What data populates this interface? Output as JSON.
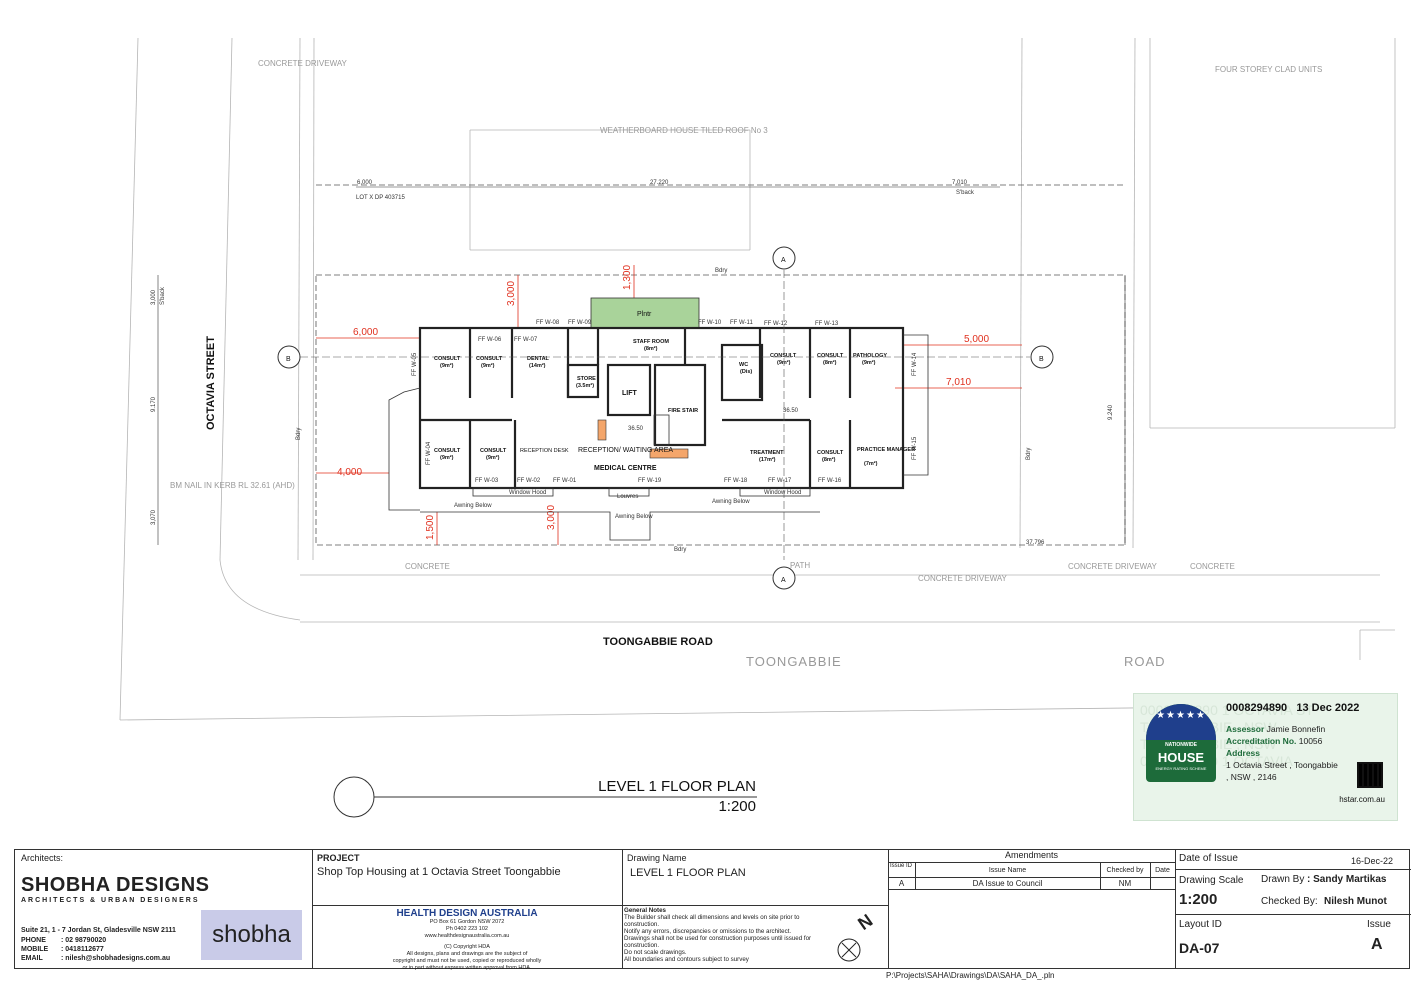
{
  "drawing": {
    "title": "LEVEL 1 FLOOR PLAN",
    "scale": "1:200",
    "streets": {
      "octavia": "OCTAVIA STREET",
      "toongabbie_road": "TOONGABBIE ROAD",
      "ghost_left": "TOONGABBIE",
      "ghost_right": "ROAD"
    },
    "labels": {
      "concrete_driveway_top": "CONCRETE DRIVEWAY",
      "weatherboard": "WEATHERBOARD HOUSE TILED ROOF No 3",
      "four_storey": "FOUR STOREY CLAD UNITS",
      "lot": "LOT X DP 403715",
      "bm_nail": "BM NAIL IN KERB RL 32.61 (AHD)",
      "concrete_left": "CONCRETE",
      "concrete_right": "CONCRETE",
      "concrete_driveway_b1": "CONCRETE DRIVEWAY",
      "concrete_driveway_b2": "CONCRETE DRIVEWAY",
      "path": "PATH",
      "medical_centre": "MEDICAL CENTRE",
      "reception": "RECEPTION/ WAITING AREA",
      "awning_below_1": "Awning Below",
      "awning_below_2": "Awning Below",
      "awning_below_3": "Awning Below",
      "louvres": "Louvres",
      "window_hood_1": "Window Hood",
      "window_hood_2": "Window Hood",
      "plntr": "Plntr",
      "bdry_top": "Bdry",
      "bdry_bottom": "Bdry",
      "bdry_left": "Bdry",
      "bdry_right": "Bdry",
      "level_3650": "36.50",
      "level_3650b": "36.50",
      "sback_top_left": "S'back",
      "sback_top_right": "S'back"
    },
    "dims": {
      "d6000": "6,000",
      "d5000": "5,000",
      "d7010": "7,010",
      "d4000": "4,000",
      "d1500": "1,500",
      "d3000_bottom": "3,000",
      "d3000_top": "3,000",
      "d1300": "1,300",
      "d27220": "27.220",
      "d6000_top": "6,000",
      "d7010_top": "7,010",
      "d9170": "9.170",
      "d3070": "3,070",
      "d3000_left": "3,000",
      "d37796": "37.796",
      "d9240": "9.240"
    },
    "rooms": [
      {
        "name": "CONSULT",
        "area": "(9m²)"
      },
      {
        "name": "CONSULT",
        "area": "(9m²)"
      },
      {
        "name": "DENTAL",
        "area": "(14m²)"
      },
      {
        "name": "STAFF ROOM",
        "area": "(8m²)"
      },
      {
        "name": "CONSULT",
        "area": "(9m²)"
      },
      {
        "name": "CONSULT",
        "area": "(8m²)"
      },
      {
        "name": "PATHOLOGY",
        "area": "(9m²)"
      },
      {
        "name": "STORE",
        "area": "(3.5m²)"
      },
      {
        "name": "LIFT",
        "area": ""
      },
      {
        "name": "FIRE STAIR",
        "area": ""
      },
      {
        "name": "WC",
        "area": "(Dis)"
      },
      {
        "name": "CONSULT",
        "area": "(9m²)"
      },
      {
        "name": "CONSULT",
        "area": "(9m²)"
      },
      {
        "name": "RECEPTION DESK",
        "area": ""
      },
      {
        "name": "TREATMENT",
        "area": "(17m²)"
      },
      {
        "name": "CONSULT",
        "area": "(8m²)"
      },
      {
        "name": "PRACTICE MANAGER",
        "area": "(7m²)"
      }
    ],
    "windows": [
      "FF W-08",
      "FF W-09",
      "FF W-06",
      "FF W-07",
      "FF W-10",
      "FF W-11",
      "FF W-12",
      "FF W-13",
      "FF W-05",
      "FF W-14",
      "FF W-04",
      "FF W-15",
      "FF W-03",
      "FF W-02",
      "FF W-01",
      "FF W-19",
      "FF W-18",
      "FF W-17",
      "FF W-16"
    ],
    "section_markers": [
      "A",
      "A",
      "B",
      "B"
    ]
  },
  "certificate": {
    "number": "0008294890",
    "date": "13 Dec 2022",
    "assessor_label": "Assessor",
    "assessor": "Jamie Bonnefin",
    "accreditation_label": "Accreditation No.",
    "accreditation": "10056",
    "address_label": "Address",
    "address_line1": "1 Octavia Street , Toongabbie",
    "address_line2": ", NSW , 2146",
    "logo_top": "NATIONWIDE",
    "logo_main": "HOUSE",
    "logo_sub": "ENERGY RATING SCHEME",
    "website": "hstar.com.au",
    "watermark1": "0008294890 1 OCTAVIA ST",
    "watermark2": "TOONGABBIE , NSW",
    "watermark3": "0008294890 1 OCTAVIA"
  },
  "titleblock": {
    "architects_label": "Architects:",
    "firm": "SHOBHA DESIGNS",
    "firm_tagline": "ARCHITECTS & URBAN DESIGNERS",
    "address": "Suite 21, 1 - 7 Jordan St, Gladesville NSW 2111",
    "phone_label": "PHONE",
    "phone": ": 02 98790020",
    "mobile_label": "MOBILE",
    "mobile": ": 0418112677",
    "email_label": "EMAIL",
    "email": ": nilesh@shobhadesigns.com.au",
    "logo_word": "shobha",
    "project_label": "PROJECT",
    "project": "Shop Top Housing at 1 Octavia Street Toongabbie",
    "hda_name": "HEALTH DESIGN AUSTRALIA",
    "hda_box": "PO Box 61 Gordon NSW 2072",
    "hda_phone": "Ph 0402 223 102",
    "hda_web": "www.healthdesignaustralia.com.au",
    "hda_copyright": "(C) Copyright HDA",
    "hda_copy2": "All designs, plans and drawings are the subject of",
    "hda_copy3": "copyright and must not be used, copied or reproduced wholly",
    "hda_copy4": "or in part without express written approval from HDA.",
    "drawing_name_label": "Drawing Name",
    "drawing_name": "LEVEL 1 FLOOR PLAN",
    "general_notes_label": "General Notes",
    "notes": [
      "The Builder shall check all dimensions and levels on site prior to",
      "construction.",
      "Notify any errors, discrepancies or omissions to the architect.",
      "Drawings shall not be used for construction purposes until issued for",
      "construction.",
      "Do not scale drawings.",
      "All boundaries and contours subject to survey"
    ],
    "amendments_label": "Amendments",
    "col_issue_id": "Issue ID",
    "col_issue_name": "Issue Name",
    "col_checked": "Checked by",
    "col_date": "Date",
    "amend_row": {
      "id": "A",
      "name": "DA Issue to Council",
      "checked": "NM",
      "date": ""
    },
    "date_of_issue_label": "Date of Issue",
    "date_of_issue": "16-Dec-22",
    "drawing_scale_label": "Drawing Scale",
    "drawing_scale": "1:200",
    "drawn_by_label": "Drawn By",
    "drawn_by": ": Sandy Martikas",
    "checked_by_label": "Checked By:",
    "checked_by": "Nilesh Munot",
    "layout_id_label": "Layout ID",
    "layout_id": "DA-07",
    "issue_label": "Issue",
    "issue": "A",
    "north": "N",
    "file_path": "P:\\Projects\\SAHA\\Drawings\\DA\\SAHA_DA_.pln"
  }
}
